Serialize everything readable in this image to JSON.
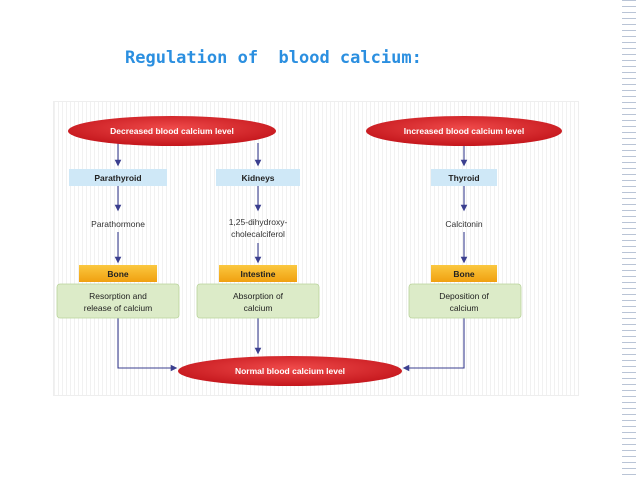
{
  "title": "Regulation of  blood calcium:",
  "diagram": {
    "decreased": "Decreased blood calcium level",
    "increased": "Increased blood calcium level",
    "parathyroid": "Parathyroid",
    "kidneys": "Kidneys",
    "thyroid": "Thyroid",
    "parathormone": "Parathormone",
    "dihydroxy_line1": "1,25-dihydroxy-",
    "dihydroxy_line2": "cholecalciferol",
    "calcitonin": "Calcitonin",
    "bone_left": "Bone",
    "intestine": "Intestine",
    "bone_right": "Bone",
    "resorption_line1": "Resorption and",
    "resorption_line2": "release of calcium",
    "absorption_line1": "Absorption of",
    "absorption_line2": "calcium",
    "deposition_line1": "Deposition of",
    "deposition_line2": "calcium",
    "normal": "Normal blood calcium level"
  },
  "colors": {
    "ellipse_red": "#d8232a",
    "light_blue_box": "#cfe8f7",
    "orange_box": "#f6b21d",
    "green_box": "#dcebc8",
    "arrow": "#3b3f8f",
    "title": "#2b8fe0"
  }
}
